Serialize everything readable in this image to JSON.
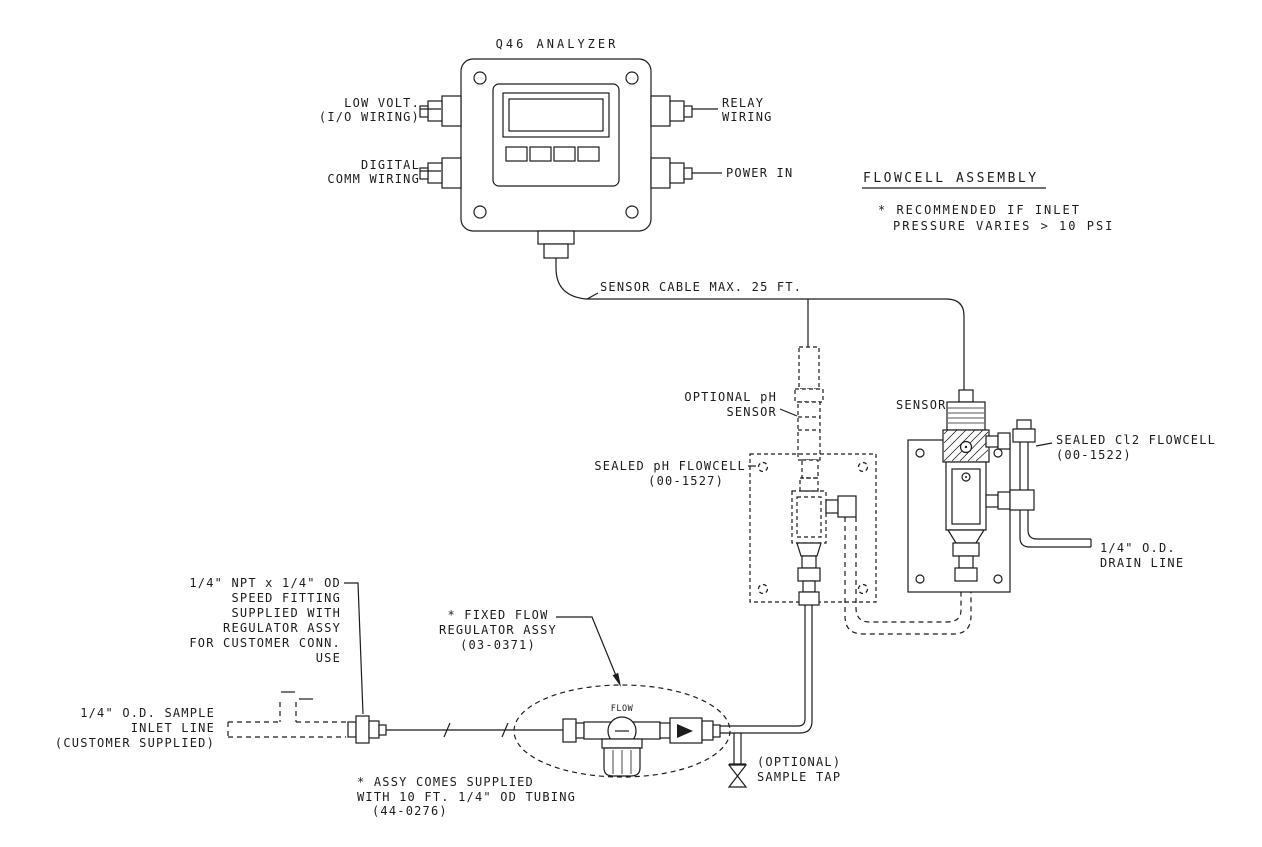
{
  "analyzer": {
    "title": "Q46 ANALYZER",
    "low_volt": [
      "LOW VOLT.",
      "(I/O WIRING)"
    ],
    "digital_comm": [
      "DIGITAL",
      "COMM WIRING"
    ],
    "relay": [
      "RELAY",
      "WIRING"
    ],
    "power_in": "POWER IN"
  },
  "flowcell_assembly": {
    "title": "FLOWCELL ASSEMBLY",
    "note": [
      "* RECOMMENDED IF INLET",
      "PRESSURE VARIES > 10 PSI"
    ]
  },
  "sensor_cable_label": "SENSOR CABLE MAX. 25 FT.",
  "ph_sensor": {
    "label": [
      "OPTIONAL pH",
      "SENSOR"
    ],
    "flowcell": [
      "SEALED pH FLOWCELL",
      "(00-1527)"
    ]
  },
  "cl2": {
    "sensor_label": "SENSOR",
    "flowcell": [
      "SEALED Cl2 FLOWCELL",
      "(00-1522)"
    ],
    "drain": [
      "1/4\" O.D.",
      "DRAIN LINE"
    ]
  },
  "inlet": {
    "speed_fitting": [
      "1/4\" NPT x 1/4\" OD",
      "SPEED FITTING",
      "SUPPLIED WITH",
      "REGULATOR ASSY",
      "FOR CUSTOMER CONN.",
      "USE"
    ],
    "sample_line": [
      "1/4\" O.D. SAMPLE",
      "INLET LINE",
      "(CUSTOMER SUPPLIED)"
    ]
  },
  "regulator": {
    "label": [
      "* FIXED FLOW",
      "REGULATOR ASSY",
      "(03-0371)"
    ],
    "flow_marking": "FLOW",
    "sample_tap": [
      "(OPTIONAL)",
      "SAMPLE TAP"
    ],
    "tubing_note": [
      "* ASSY COMES SUPPLIED",
      "WITH 10 FT. 1/4\" OD TUBING",
      "(44-0276)"
    ]
  },
  "colors": {
    "ink": "#1c1c1c",
    "background": "#ffffff"
  }
}
